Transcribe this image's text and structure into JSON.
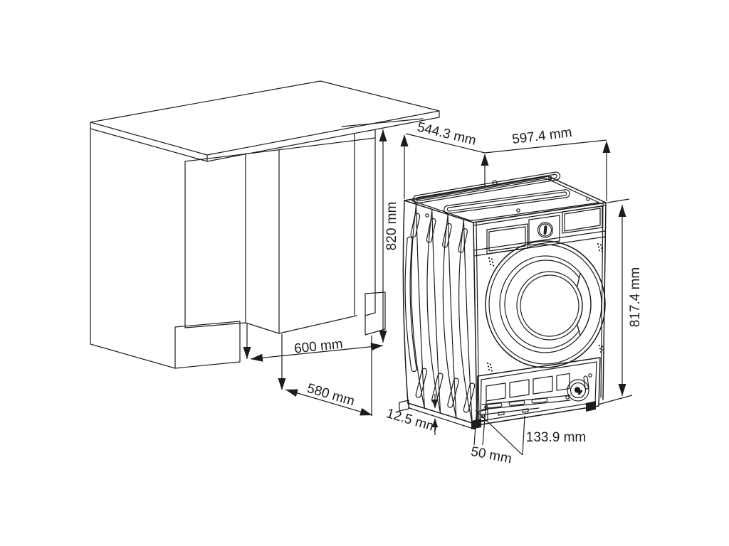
{
  "diagram": {
    "type": "technical-drawing",
    "subject": "built-in washing machine installation dimensions",
    "background": "#ffffff",
    "line_color": "#1c1c1c",
    "dimensions": {
      "niche_depth_top": "544.3 mm",
      "machine_width": "597.4 mm",
      "niche_height": "820 mm",
      "machine_height": "817.4 mm",
      "worktop_depth": "600 mm",
      "machine_depth": "580 mm",
      "base_plate_thickness": "12.5 mm",
      "front_clearance": "50 mm",
      "plinth_height": "133.9 mm"
    }
  }
}
